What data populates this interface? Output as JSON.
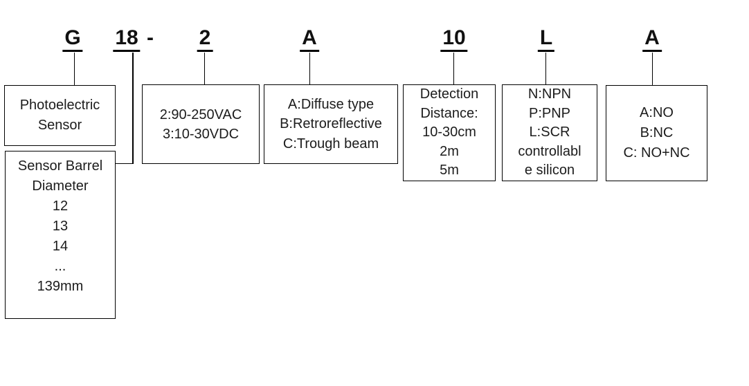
{
  "colors": {
    "ink": "#000000",
    "text": "#1c1c1c",
    "paper": "#ffffff"
  },
  "model_code": {
    "segments": [
      {
        "char": "G"
      },
      {
        "char": "18"
      },
      {
        "char": "-"
      },
      {
        "char": "2"
      },
      {
        "char": "A"
      },
      {
        "char": "10"
      },
      {
        "char": "L"
      },
      {
        "char": "A"
      }
    ]
  },
  "boxes": {
    "series": {
      "lines": [
        "Photoelectric",
        "Sensor"
      ]
    },
    "barrel": {
      "lines": [
        "Sensor Barrel",
        "Diameter",
        "12",
        "13",
        "14",
        "...",
        "139mm"
      ]
    },
    "voltage": {
      "lines": [
        "2:90-250VAC",
        "3:10-30VDC"
      ]
    },
    "beam_type": {
      "lines": [
        "A:Diffuse type",
        "B:Retroreflective",
        "C:Trough beam"
      ]
    },
    "distance": {
      "lines": [
        "Detection",
        "Distance:",
        "10-30cm",
        "2m",
        "5m"
      ]
    },
    "output": {
      "lines": [
        "N:NPN",
        "P:PNP",
        "L:SCR",
        "controllabl",
        "e silicon"
      ]
    },
    "contact": {
      "lines": [
        "A:NO",
        "B:NC",
        "C: NO+NC"
      ]
    }
  }
}
